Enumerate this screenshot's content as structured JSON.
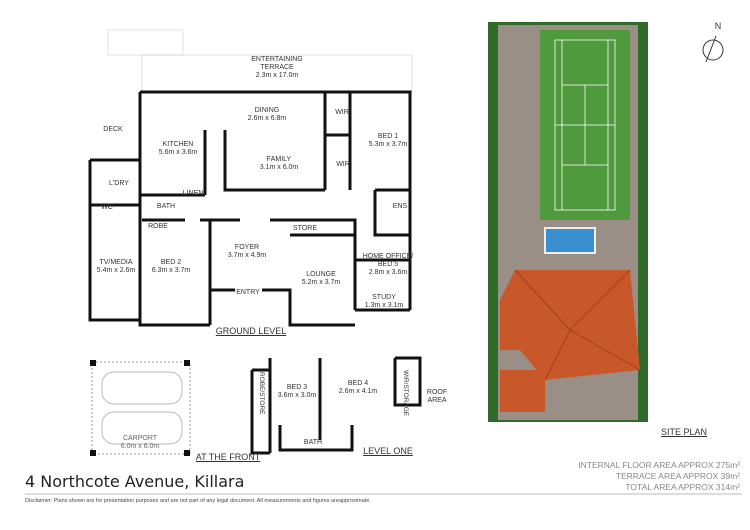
{
  "ground_level": {
    "heading": "GROUND LEVEL",
    "rooms": [
      {
        "name": "ENTERTAINING",
        "name2": "TERRACE",
        "size": "2.3m x 17.0m"
      },
      {
        "name": "DINING",
        "size": "2.6m x 6.8m"
      },
      {
        "name": "KITCHEN",
        "size": "5.6m x 3.6m"
      },
      {
        "name": "FAMILY",
        "size": "3.1m x 6.0m"
      },
      {
        "name": "BED 1",
        "size": "5.3m x 3.7m"
      },
      {
        "name": "FOYER",
        "size": "3.7m x 4.9m"
      },
      {
        "name": "TV/MEDIA",
        "size": "5.4m x 2.6m"
      },
      {
        "name": "BED 2",
        "size": "6.3m x 3.7m"
      },
      {
        "name": "LOUNGE",
        "size": "5.2m x 3.7m"
      },
      {
        "name": "HOME OFFICE/",
        "name2": "BED 5",
        "size": "2.8m x 3.6m"
      },
      {
        "name": "STUDY",
        "size": "1.3m x 3.1m"
      }
    ],
    "small_labels": {
      "wir": "WIR",
      "deck": "DECK",
      "laundry": "L'DRY",
      "wc": "WC",
      "bath": "BATH",
      "linen": "LINEN",
      "robe": "ROBE",
      "ens": "ENS",
      "store": "STORE",
      "entry": "ENTRY"
    }
  },
  "carport": {
    "heading": "AT THE FRONT",
    "name": "CARPORT",
    "size": "6.0m x 6.0m"
  },
  "level_one": {
    "heading": "LEVEL ONE",
    "bed3": {
      "name": "BED 3",
      "size": "3.6m x 3.0m"
    },
    "bed4": {
      "name": "BED 4",
      "size": "2.6m x 4.1m"
    },
    "robe_store": "ROBE/STORE",
    "wir_storage": "WIR/STORAGE",
    "roof_area": "ROOF",
    "roof_area2": "AREA",
    "bath": "BATH"
  },
  "site_plan": {
    "heading": "SITE PLAN",
    "north": "N"
  },
  "areas": [
    "INTERNAL FLOOR AREA APPROX 275m²",
    "TERRACE AREA APPROX 39m²",
    "TOTAL AREA APPROX 314m²"
  ],
  "title": "4 Northcote Avenue, Killara",
  "disclaimer": "Disclaimer: Plans shown are for presentation purposes and are not part of any legal document. All measurements and figures areapproximate.",
  "colors": {
    "wall": "#111111",
    "roof": "#c8582a",
    "grass": "#4f9a3c",
    "trees": "#2f6a2a",
    "pool": "#3a8fd0",
    "paving": "#9a8f86"
  }
}
